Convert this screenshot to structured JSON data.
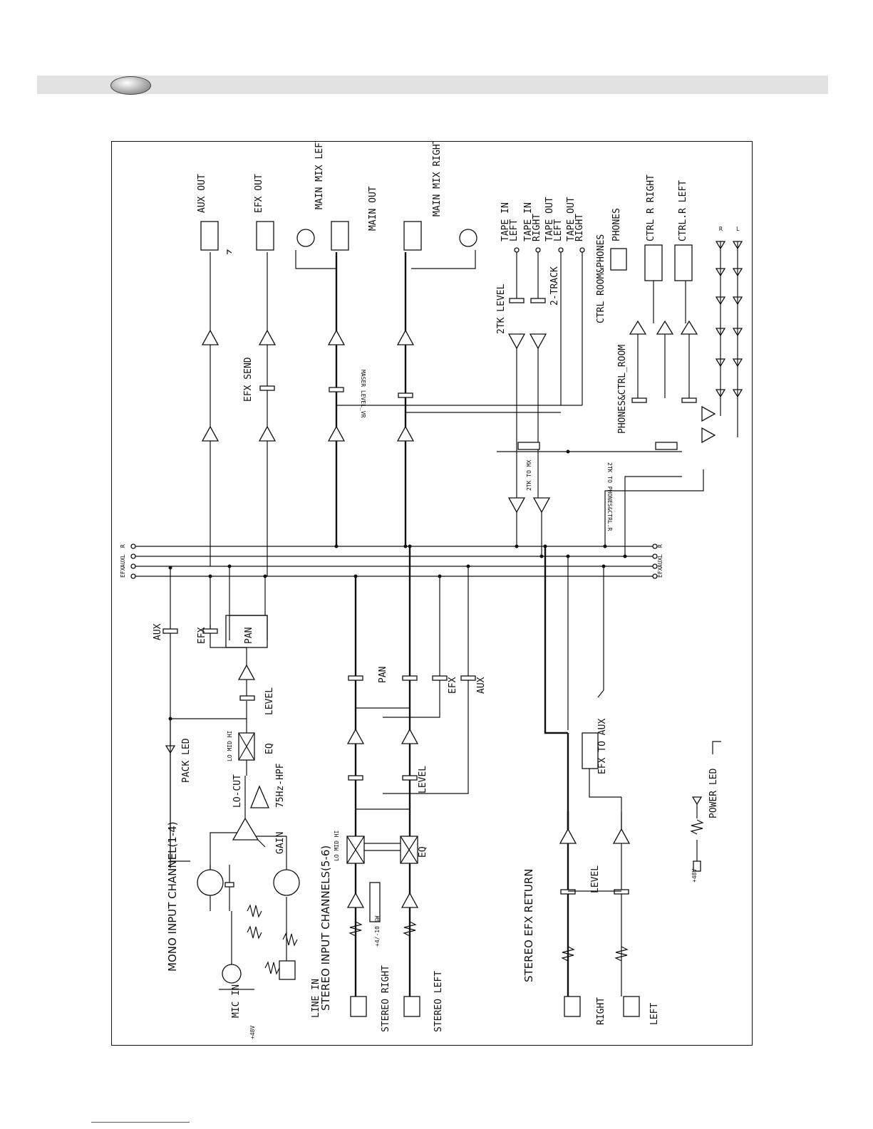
{
  "labels": {
    "mono_input_channel": "MONO INPUT CHANNEL(1-4)",
    "stereo_input_channels": "STEREO INPUT CHANNELS(5-6)",
    "stereo_efx_return": "STEREO EFX RETURN",
    "mic_in": "MIC IN",
    "line_in": "LINE IN",
    "gain": "GAIN",
    "hpf": "75Hz-HPF",
    "lo_cut": "LO-CUT",
    "eq": "EQ",
    "eq_bands": "LO MID HI",
    "level": "LEVEL",
    "pan": "PAN",
    "efx": "EFX",
    "aux": "AUX",
    "peak_led": "PACK LED",
    "stereo_right": "STEREO RIGHT",
    "stereo_left": "STEREO LEFT",
    "sw_410": "+4/-10 SW",
    "right": "RIGHT",
    "left": "LEFT",
    "efx_to_aux": "EFX TO AUX",
    "power_led": "POWER LED",
    "aux_out": "AUX OUT",
    "efx_out": "EFX OUT",
    "efx_send": "EFX SEND",
    "main_mix_left": "MAIN MIX LEFT",
    "main_out": "MAIN OUT",
    "main_mix_right": "MAIN MIX RIGHT",
    "master_level": "MASER LEVEL_VR",
    "tape_in_left": [
      "TAPE IN",
      "LEFT"
    ],
    "tape_in_right": [
      "TAPE IN",
      "RIGHT"
    ],
    "tape_out_left": [
      "TAPE OUT",
      "LEFT"
    ],
    "tape_out_right": [
      "TAPE OUT",
      "RIGHT"
    ],
    "two_track": "2-TRACK",
    "two_tk_level": "2TK LEVEL",
    "two_tk_to_mx": "2TK TO MX",
    "ctrl_room_phones": "CTRL ROOM&PHONES",
    "phones": "PHONES",
    "ctrl_r_right": "CTRL R RIGHT",
    "ctrl_r_left": "CTRL.R LEFT",
    "phones_ctrl_room": "PHONES&CTRL_ROOM",
    "two_tk_to_phones": "2TK TO PHONES&CTRL.R",
    "bus_efx": "EFX",
    "bus_aux": "AUX",
    "bus_l": "L",
    "bus_r": "R",
    "plus48v": "+48V",
    "meter_r": "R",
    "meter_l": "L"
  }
}
